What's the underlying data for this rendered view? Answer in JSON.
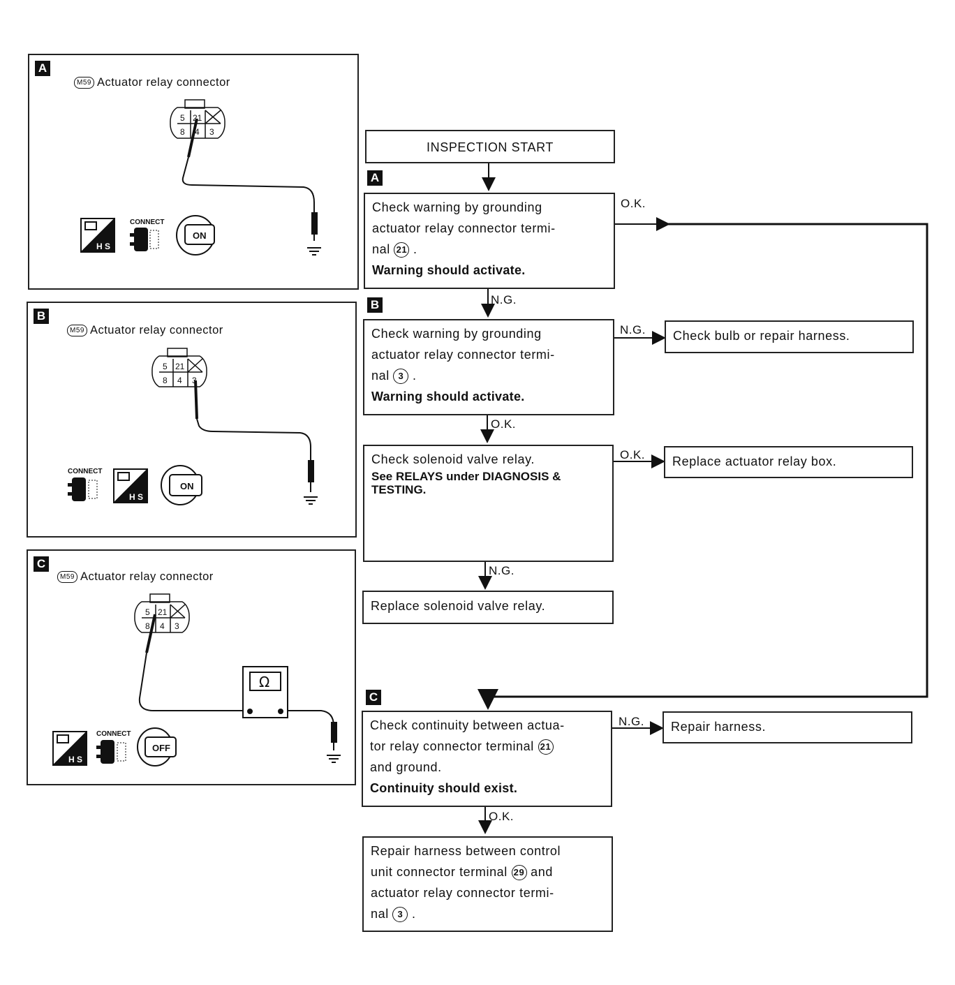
{
  "panels": [
    {
      "letter": "A",
      "chip": "M59",
      "title": "Actuator relay connector",
      "switch": "ON",
      "connect": "CONNECT",
      "hs": "H S",
      "pins_top": [
        "5",
        "21"
      ],
      "pins_bottom": [
        "8",
        "4",
        "3"
      ]
    },
    {
      "letter": "B",
      "chip": "M59",
      "title": "Actuator relay connector",
      "switch": "ON",
      "connect": "CONNECT",
      "hs": "H S",
      "pins_top": [
        "5",
        "21"
      ],
      "pins_bottom": [
        "8",
        "4",
        "3"
      ]
    },
    {
      "letter": "C",
      "chip": "M59",
      "title": "Actuator relay connector",
      "switch": "OFF",
      "connect": "CONNECT",
      "hs": "H S",
      "meter": "Ω",
      "pins_top": [
        "5",
        "21"
      ],
      "pins_bottom": [
        "8",
        "4",
        "3"
      ]
    }
  ],
  "flow": {
    "start": "INSPECTION START",
    "tag_a": "A",
    "tag_b": "B",
    "tag_c": "C",
    "step_a": {
      "l1": "Check warning by grounding",
      "l2": "actuator relay connector termi-",
      "l3": "nal",
      "t": "21",
      "l4": "Warning should activate."
    },
    "step_b": {
      "l1": "Check warning by grounding",
      "l2": "actuator relay connector termi-",
      "l3": "nal",
      "t": "3",
      "l4": "Warning should activate."
    },
    "step_relay": {
      "l1": "Check solenoid valve relay.",
      "l2": "See RELAYS under DIAGNOSIS &",
      "l3": "TESTING."
    },
    "replace_relay": "Replace solenoid valve relay.",
    "step_c": {
      "l1": "Check continuity between actua-",
      "l2": "tor relay connector terminal",
      "t": "21",
      "l3": "and ground.",
      "l4": "Continuity should exist."
    },
    "final": {
      "l1": "Repair harness between control",
      "l2": "unit connector terminal",
      "t1": "29",
      "l2b": "and",
      "l3": "actuator relay connector termi-",
      "l4": "nal",
      "t2": "3"
    },
    "bulb": "Check bulb or repair harness.",
    "replace_box": "Replace actuator relay box.",
    "repair": "Repair harness.",
    "labels": {
      "ok": "O.K.",
      "ng": "N.G."
    }
  }
}
